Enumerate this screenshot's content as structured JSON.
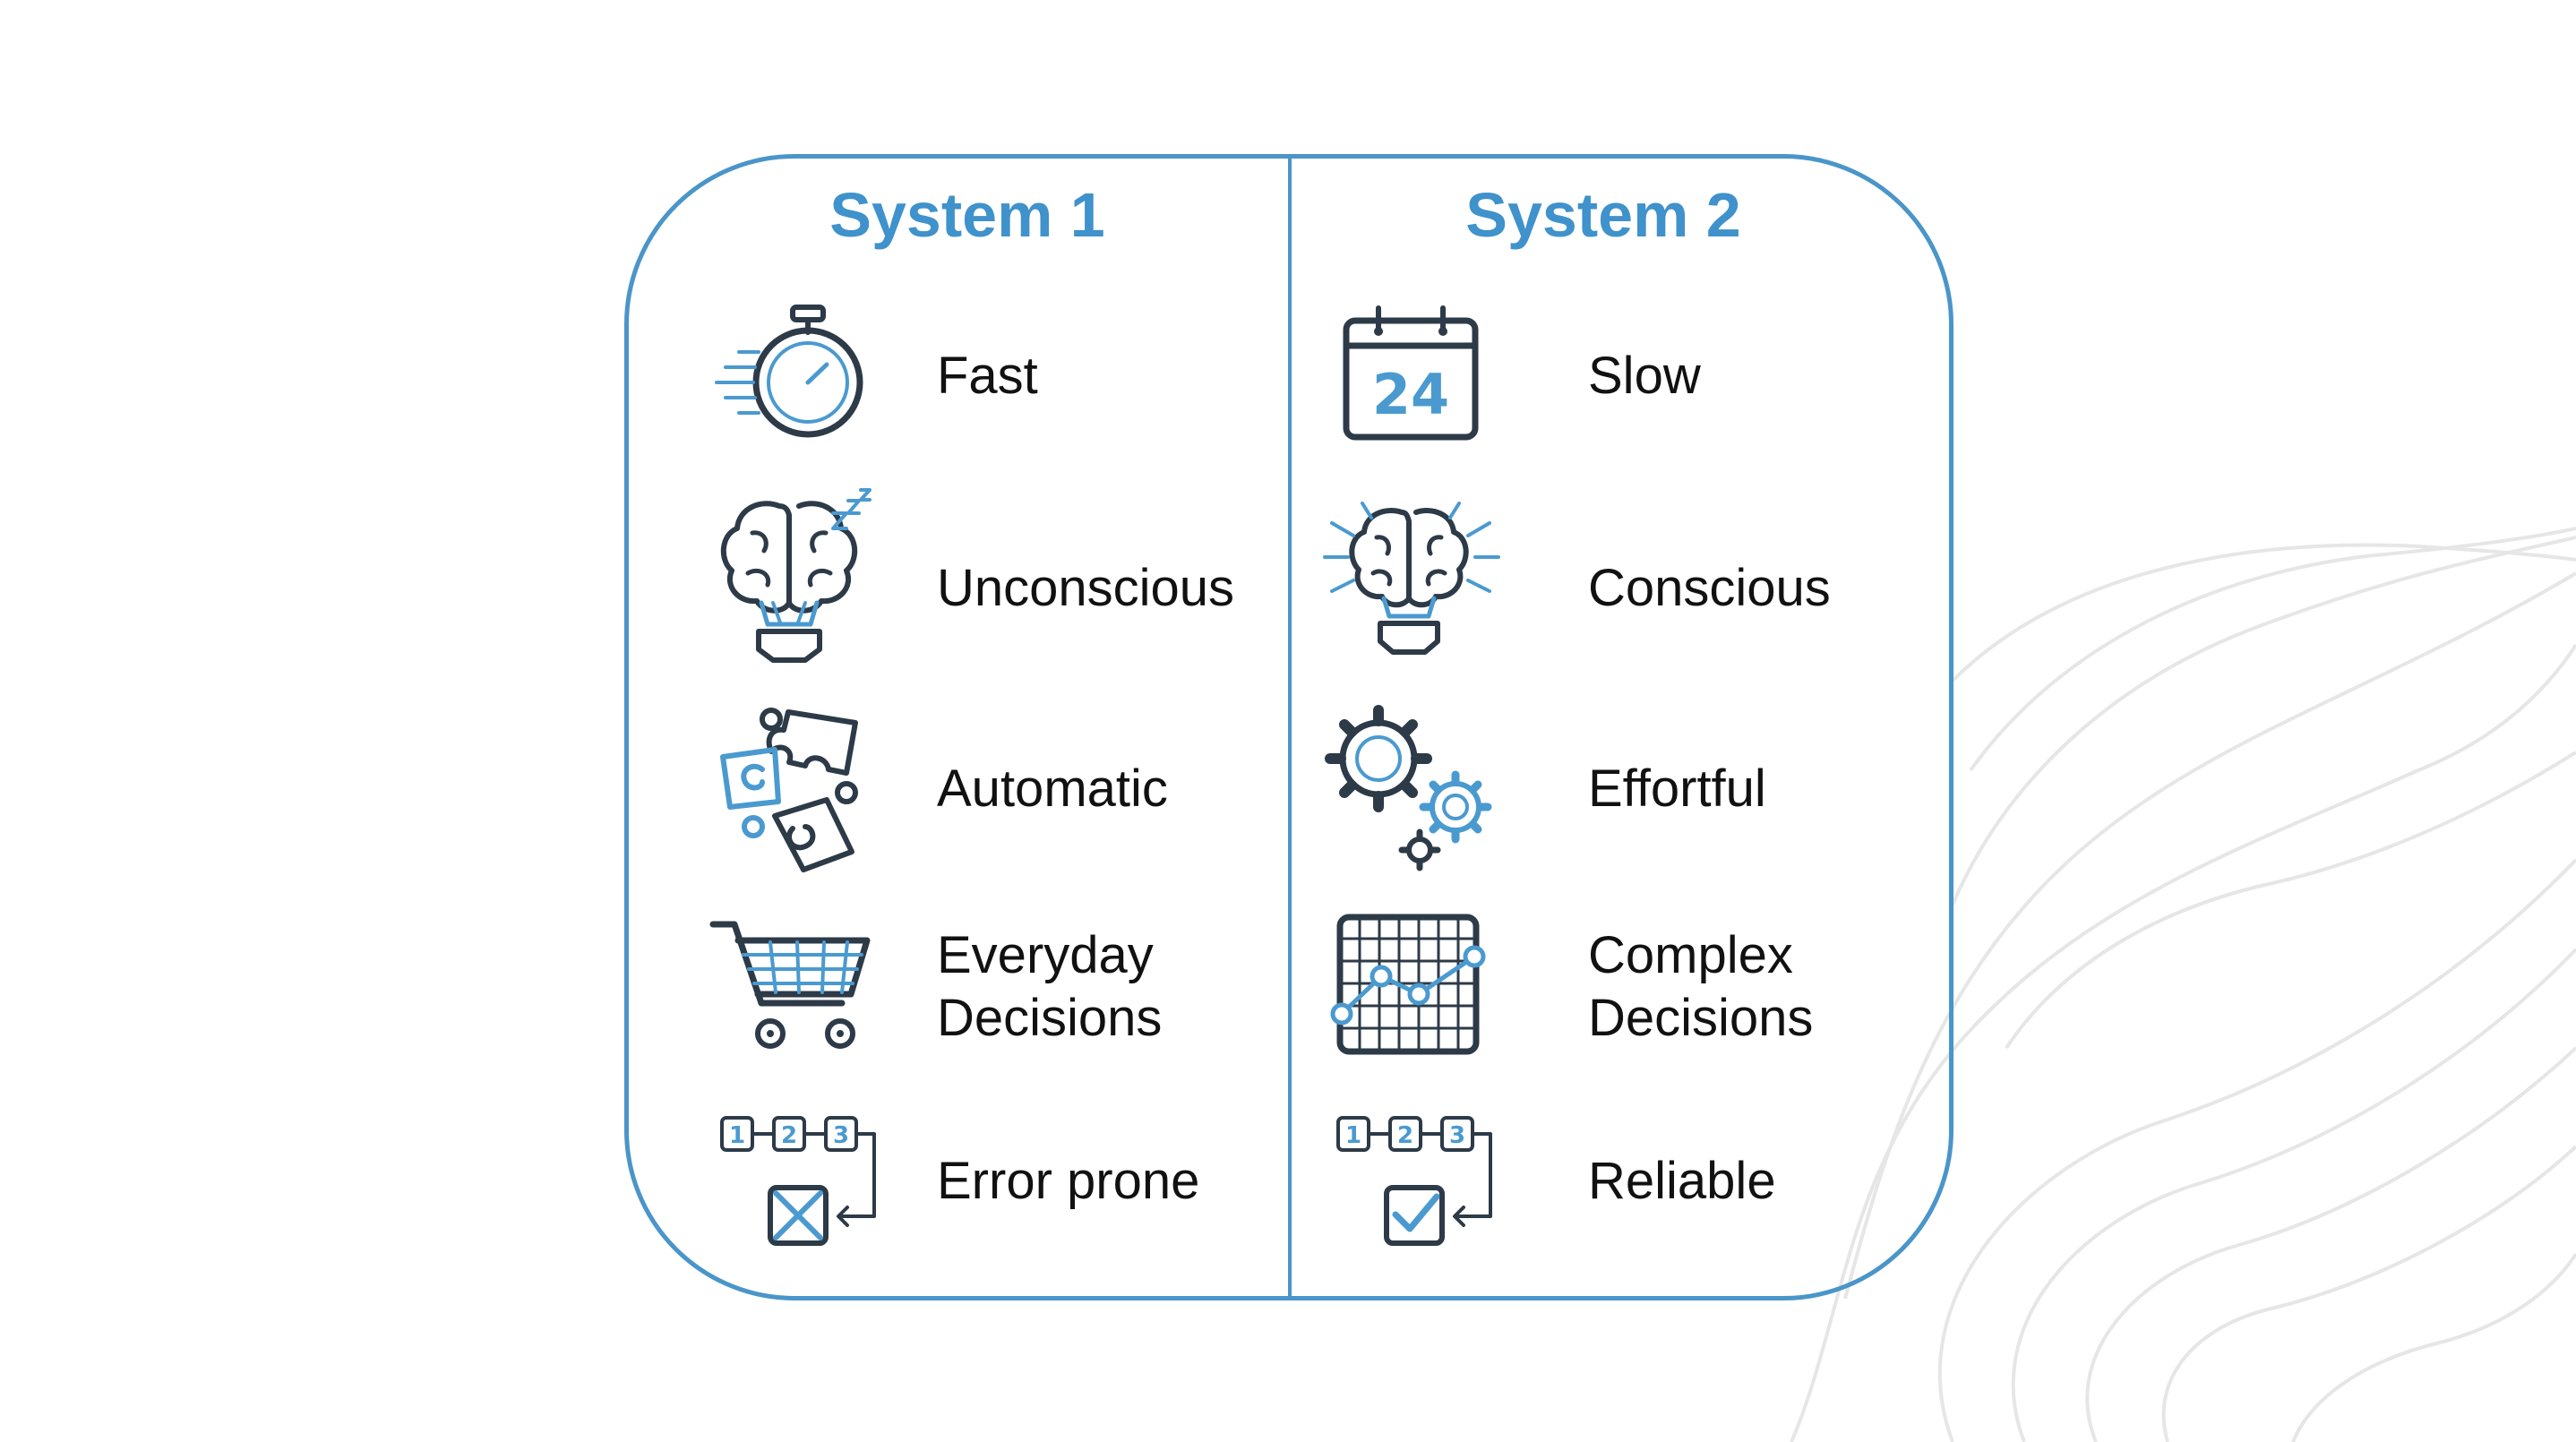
{
  "system1": {
    "title": "System 1",
    "items": [
      {
        "icon": "stopwatch-icon",
        "lines": [
          "Fast"
        ]
      },
      {
        "icon": "sleeping-brain-bulb-icon",
        "lines": [
          "Unconscious"
        ]
      },
      {
        "icon": "puzzle-pieces-icon",
        "lines": [
          "Automatic"
        ]
      },
      {
        "icon": "shopping-cart-icon",
        "lines": [
          "Everyday",
          "Decisions"
        ]
      },
      {
        "icon": "sequence-cross-icon",
        "lines": [
          "Error prone"
        ]
      }
    ]
  },
  "system2": {
    "title": "System 2",
    "items": [
      {
        "icon": "calendar-24-icon",
        "lines": [
          "Slow"
        ]
      },
      {
        "icon": "bright-brain-bulb-icon",
        "lines": [
          "Conscious"
        ]
      },
      {
        "icon": "gears-icon",
        "lines": [
          "Effortful"
        ]
      },
      {
        "icon": "grid-chart-icon",
        "lines": [
          "Complex",
          "Decisions"
        ]
      },
      {
        "icon": "sequence-check-icon",
        "lines": [
          "Reliable"
        ]
      }
    ]
  },
  "icon_labels": {
    "calendar_number": "24",
    "step_1": "1",
    "step_2": "2",
    "step_3": "3"
  },
  "colors": {
    "accent": "#4a95c9",
    "title": "#3f92cb",
    "icon_dark": "#2d3a47",
    "icon_blue": "#4a9ad0",
    "text": "#111111"
  }
}
